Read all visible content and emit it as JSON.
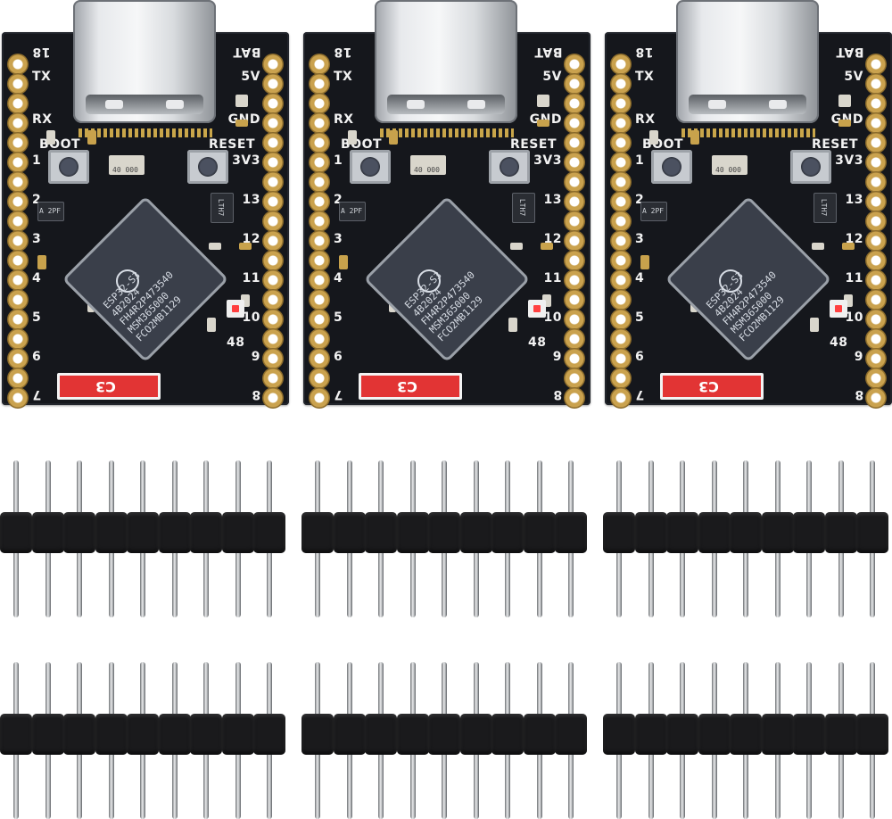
{
  "boards": [
    {
      "left_labels": [
        "18",
        "TX",
        "RX",
        "BOOT",
        "1",
        "2",
        "3",
        "4",
        "5",
        "6",
        "7"
      ],
      "right_labels": [
        "BAT",
        "5V",
        "GND",
        "RESET",
        "3V3",
        "13",
        "12",
        "11",
        "10",
        "9",
        "8"
      ],
      "chip_lines": [
        "ESP32-S3",
        "4B2024",
        "FH4R2P473540",
        "MSM365000",
        "FCO2MB1129"
      ],
      "label_48": "48",
      "tag": "C3",
      "cap_text": "40 000",
      "reg_text": "LTH7",
      "diode_text": "A 2PF"
    },
    {
      "left_labels": [
        "18",
        "TX",
        "RX",
        "BOOT",
        "1",
        "2",
        "3",
        "4",
        "5",
        "6",
        "7"
      ],
      "right_labels": [
        "BAT",
        "5V",
        "GND",
        "RESET",
        "3V3",
        "13",
        "12",
        "11",
        "10",
        "9",
        "8"
      ],
      "chip_lines": [
        "ESP32-S3",
        "4B2024",
        "FH4R2P473540",
        "MSM365000",
        "FCO2MB1129"
      ],
      "label_48": "48",
      "tag": "C3",
      "cap_text": "40 000",
      "reg_text": "LTH7",
      "diode_text": "A 2PF"
    },
    {
      "left_labels": [
        "18",
        "TX",
        "RX",
        "BOOT",
        "1",
        "2",
        "3",
        "4",
        "5",
        "6",
        "7"
      ],
      "right_labels": [
        "BAT",
        "5V",
        "GND",
        "RESET",
        "3V3",
        "13",
        "12",
        "11",
        "10",
        "9",
        "8"
      ],
      "chip_lines": [
        "ESP32-S3",
        "4B2024",
        "FH4R2P473540",
        "MSM365000",
        "FCO2MB1129"
      ],
      "label_48": "48",
      "tag": "C3",
      "cap_text": "40 000",
      "reg_text": "LTH7",
      "diode_text": "A 2PF"
    }
  ],
  "header_strips": {
    "count": 6,
    "pins_per_strip": 9
  },
  "colors": {
    "pcb": "#15171c",
    "pad": "#caa24e",
    "tag": "#e23434",
    "header_plastic": "#1a1a1c"
  }
}
